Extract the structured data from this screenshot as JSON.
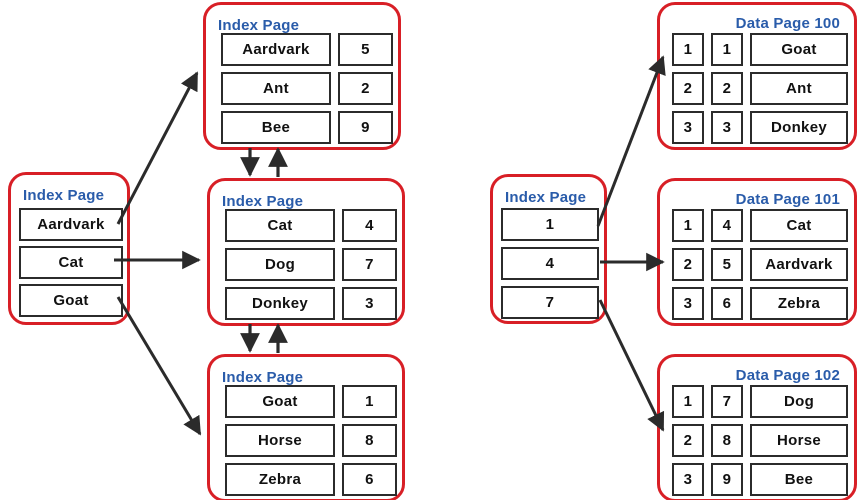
{
  "diagram": {
    "title_index": "Index Page",
    "colors": {
      "page_border": "#d81f26",
      "page_title": "#2a5caa",
      "cell_border": "#2b2b2b",
      "arrow": "#2b2b2b",
      "background": "#ffffff"
    }
  },
  "root_index_page": {
    "title": "Index Page",
    "entries": [
      {
        "key": "Aardvark"
      },
      {
        "key": "Cat"
      },
      {
        "key": "Goat"
      }
    ]
  },
  "leaf_index_pages": [
    {
      "title": "Index Page",
      "entries": [
        {
          "key": "Aardvark",
          "pointer": "5"
        },
        {
          "key": "Ant",
          "pointer": "2"
        },
        {
          "key": "Bee",
          "pointer": "9"
        }
      ]
    },
    {
      "title": "Index Page",
      "entries": [
        {
          "key": "Cat",
          "pointer": "4"
        },
        {
          "key": "Dog",
          "pointer": "7"
        },
        {
          "key": "Donkey",
          "pointer": "3"
        }
      ]
    },
    {
      "title": "Index Page",
      "entries": [
        {
          "key": "Goat",
          "pointer": "1"
        },
        {
          "key": "Horse",
          "pointer": "8"
        },
        {
          "key": "Zebra",
          "pointer": "6"
        }
      ]
    }
  ],
  "pointer_index_page": {
    "title": "Index Page",
    "entries": [
      {
        "pointer": "1"
      },
      {
        "pointer": "4"
      },
      {
        "pointer": "7"
      }
    ]
  },
  "data_pages": [
    {
      "title": "Data Page 100",
      "rows": [
        {
          "slot": "1",
          "rid": "1",
          "value": "Goat"
        },
        {
          "slot": "2",
          "rid": "2",
          "value": "Ant"
        },
        {
          "slot": "3",
          "rid": "3",
          "value": "Donkey"
        }
      ]
    },
    {
      "title": "Data Page 101",
      "rows": [
        {
          "slot": "1",
          "rid": "4",
          "value": "Cat"
        },
        {
          "slot": "2",
          "rid": "5",
          "value": "Aardvark"
        },
        {
          "slot": "3",
          "rid": "6",
          "value": "Zebra"
        }
      ]
    },
    {
      "title": "Data Page 102",
      "rows": [
        {
          "slot": "1",
          "rid": "7",
          "value": "Dog"
        },
        {
          "slot": "2",
          "rid": "8",
          "value": "Horse"
        },
        {
          "slot": "3",
          "rid": "9",
          "value": "Bee"
        }
      ]
    }
  ]
}
